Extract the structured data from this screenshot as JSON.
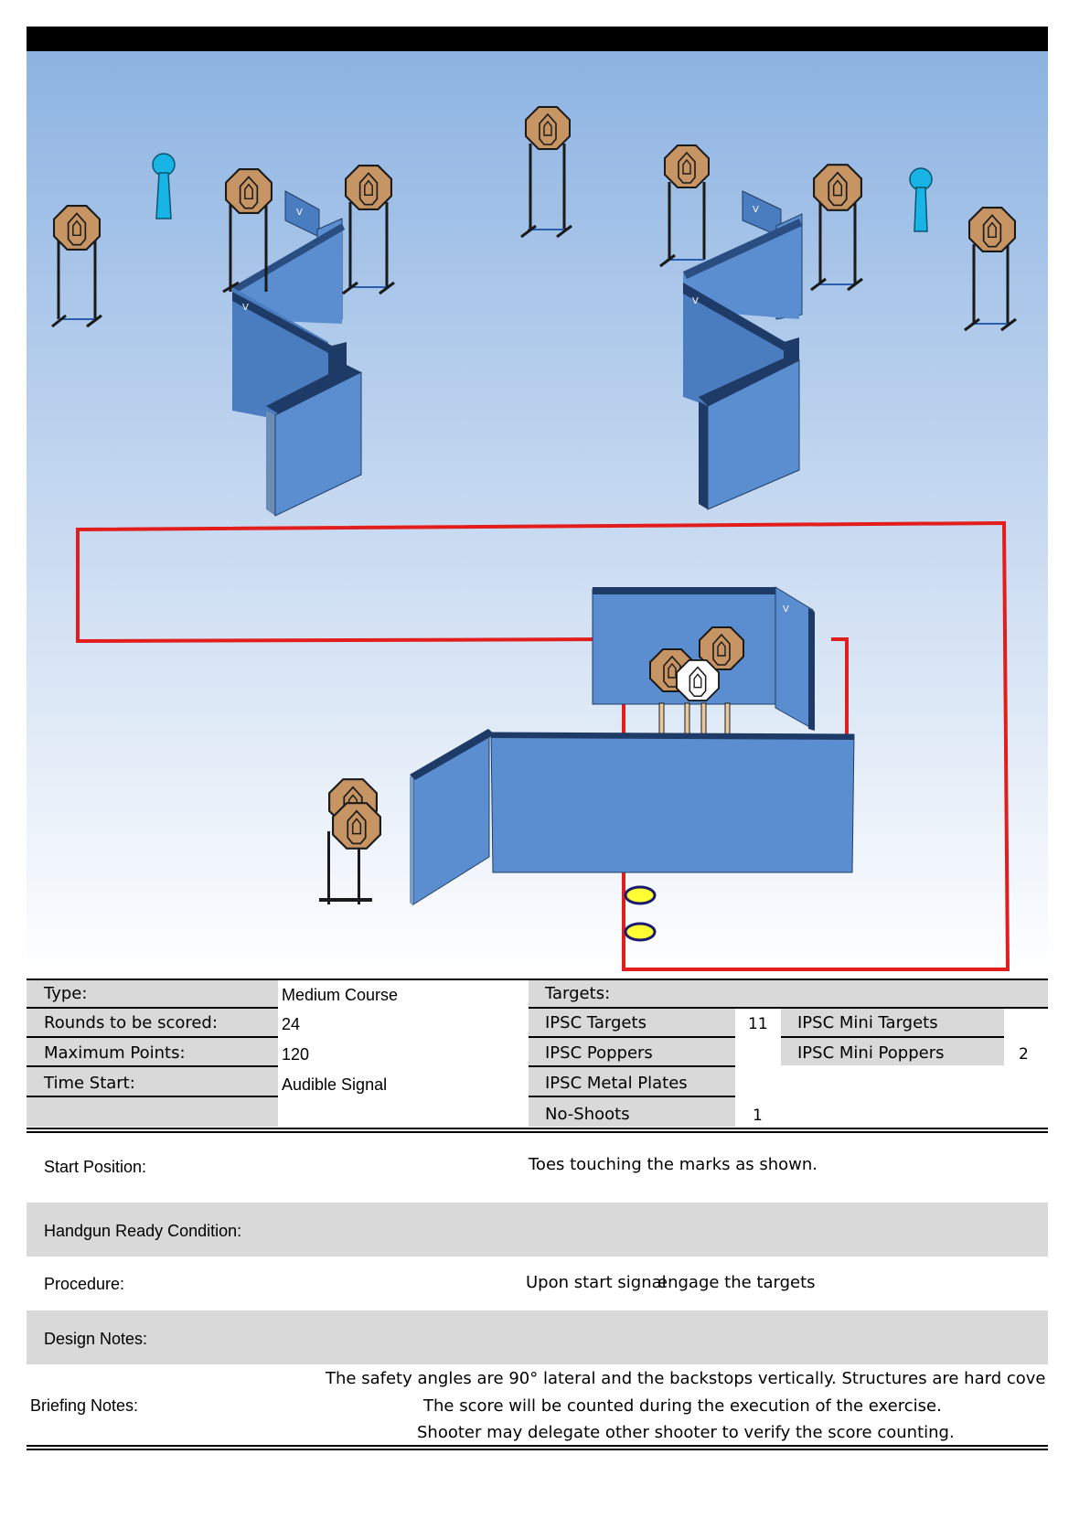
{
  "stage_marks": {
    "wall_mark": "V"
  },
  "summary": {
    "type_label": "Type:",
    "type_value": "Medium Course",
    "rounds_label": "Rounds to be scored:",
    "rounds_value": "24",
    "points_label": "Maximum Points:",
    "points_value": "120",
    "start_label": "Time Start:",
    "start_value": "Audible Signal",
    "targets_header": "Targets:",
    "ipsc_targets_label": "IPSC Targets",
    "ipsc_targets_value": "11",
    "ipsc_poppers_label": "IPSC Poppers",
    "ipsc_plates_label": "IPSC Metal Plates",
    "noshoots_label": "No-Shoots",
    "noshoots_value": "1",
    "mini_targets_label": "IPSC Mini Targets",
    "mini_poppers_label": "IPSC Mini Poppers",
    "mini_poppers_value": "2"
  },
  "details": {
    "start_position_label": "Start Position:",
    "start_position_value": "Toes touching the marks as shown.",
    "ready_label": "Handgun Ready Condition:",
    "procedure_label": "Procedure:",
    "procedure_part1": "Upon start signal",
    "procedure_part2": "engage the targets",
    "design_label": "Design Notes:",
    "briefing_label": "Briefing Notes:",
    "briefing_line1": "The safety angles are 90° lateral and the backstops vertically. Structures are hard cove",
    "briefing_line2": "The score will be counted during the execution of the exercise.",
    "briefing_line3": "Shooter may delegate other shooter to verify the score counting."
  },
  "colors": {
    "sky_top": "#8db3e2",
    "sky_bottom": "#ffffff",
    "wall": "#5b8ed0",
    "wall_side": "#4a7cc0",
    "fault_line": "#e31c1c",
    "target": "#c69563",
    "noshoot": "#ffffff",
    "popper": "#19b4e6",
    "start_mark": "#ffff33"
  }
}
